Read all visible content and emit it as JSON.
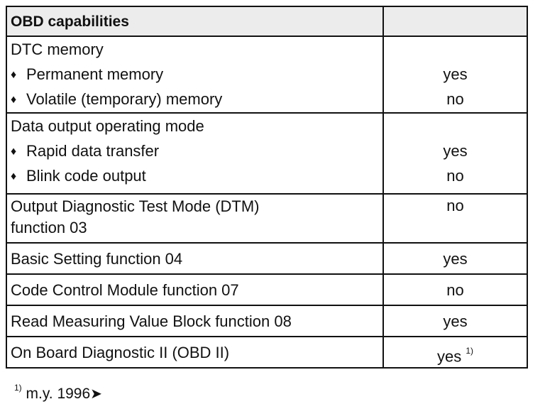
{
  "table": {
    "header": {
      "title": "OBD capabilities",
      "value": ""
    },
    "groups": [
      {
        "label": "DTC memory",
        "items": [
          {
            "label": "Permanent memory",
            "value": "yes"
          },
          {
            "label": "Volatile (temporary) memory",
            "value": "no"
          }
        ]
      },
      {
        "label": "Data output operating mode",
        "items": [
          {
            "label": "Rapid data transfer",
            "value": "yes"
          },
          {
            "label": "Blink code output",
            "value": "no"
          }
        ]
      }
    ],
    "dtm": {
      "line1": "Output Diagnostic Test Mode (DTM)",
      "line2": "function 03",
      "value": "no"
    },
    "rows": [
      {
        "label": "Basic Setting function 04",
        "value": "yes"
      },
      {
        "label": "Code Control Module function 07",
        "value": "no"
      },
      {
        "label": "Read Measuring Value Block function 08",
        "value": "yes"
      },
      {
        "label": "On Board Diagnostic II (OBD II)",
        "value": "yes",
        "note": "1)"
      }
    ],
    "bullet_symbol": "♦"
  },
  "footnote": {
    "marker": "1)",
    "text": "m.y. 1996",
    "arrow": "➤"
  }
}
